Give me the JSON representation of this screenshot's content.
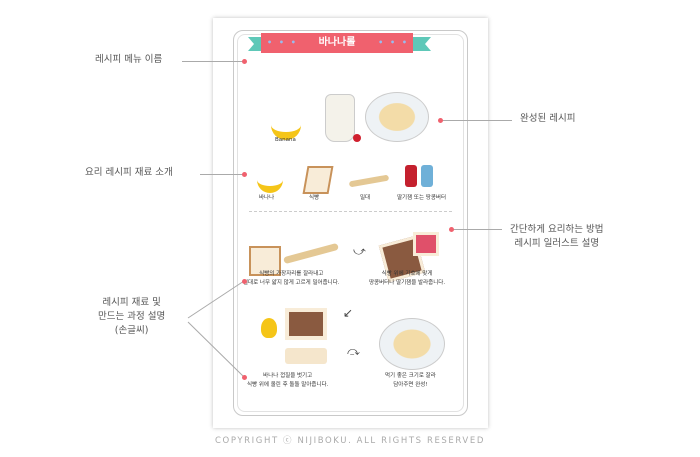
{
  "recipe": {
    "title": "바나나롤",
    "finished_caption": "Banana",
    "ingredients": [
      "바나나",
      "식빵",
      "밀대",
      "딸기잼 또는 땅콩버터"
    ],
    "steps": [
      {
        "line1": "식빵의 가장자리를 잘라내고",
        "line2": "밀대로 너무 얇지 않게 고르게 밀어줍니다."
      },
      {
        "line1": "식빵 위에 기호에 맞게",
        "line2": "땅콩버터나 딸기잼을 발라줍니다."
      },
      {
        "line1": "바나나 껍질을 벗기고",
        "line2": "식빵 위에 올린 후 돌돌 말아줍니다."
      },
      {
        "line1": "먹기 좋은 크기로 잘라",
        "line2": "담아주면 완성!"
      }
    ]
  },
  "annotations": {
    "menu_name": "레시피 메뉴 이름",
    "finished": "완성된 레시피",
    "ingredients": "요리 레시피 재료 소개",
    "method_line1": "간단하게 요리하는 방법",
    "method_line2": "레시피 일러스트 설명",
    "process_line1": "레시피 재료 및",
    "process_line2": "만드는 과정 설명",
    "process_line3": "(손글씨)"
  },
  "copyright": "COPYRIGHT ⓒ NIJIBOKU. ALL RIGHTS RESERVED"
}
